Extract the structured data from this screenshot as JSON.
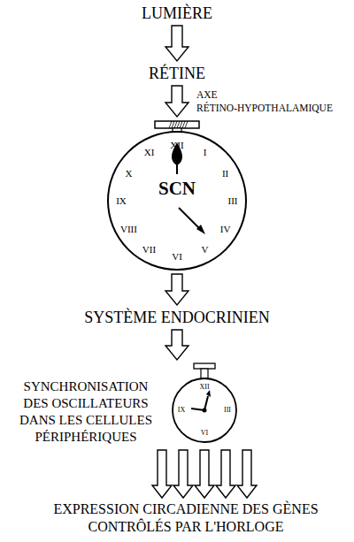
{
  "diagram": {
    "nodes": [
      {
        "text": [
          "LUMIÈRE"
        ]
      },
      {
        "text": [
          "RÉTINE"
        ]
      },
      {
        "text": [
          "SCN"
        ]
      },
      {
        "text": [
          "SYSTÈME ENDOCRINIEN"
        ]
      },
      {
        "text": [
          "SYNCHRONISATION DES OSCILLATEURS DANS LES CELLULES PÉRIPHÉRIQUES"
        ]
      },
      {
        "text": [
          "EXPRESSION CIRCADIENNE DES GÈNES CONTRÔLÉS PAR L'HORLOGE"
        ]
      }
    ],
    "edges": [
      {
        "from": 0,
        "to": 1,
        "arrow": "to"
      },
      {
        "from": 1,
        "to": 2,
        "label": "AXE RÉTINO-HYPOTHALAMIQUE",
        "arrow": "to"
      },
      {
        "from": 2,
        "to": 3,
        "arrow": "to"
      },
      {
        "from": 3,
        "to": 4,
        "arrow": "to"
      },
      {
        "from": 4,
        "to": 5,
        "arrow": "to"
      },
      {
        "from": 4,
        "to": 5,
        "arrow": "to"
      },
      {
        "from": 4,
        "to": 5,
        "arrow": "to"
      },
      {
        "from": 4,
        "to": 5,
        "arrow": "to"
      },
      {
        "from": 4,
        "to": 5,
        "arrow": "to"
      }
    ],
    "labels": [
      "XII",
      "I",
      "II",
      "III",
      "IV",
      "V",
      "VI",
      "VII",
      "VIII",
      "IX",
      "X",
      "XI",
      "XII",
      "III",
      "VI",
      "IX"
    ]
  }
}
